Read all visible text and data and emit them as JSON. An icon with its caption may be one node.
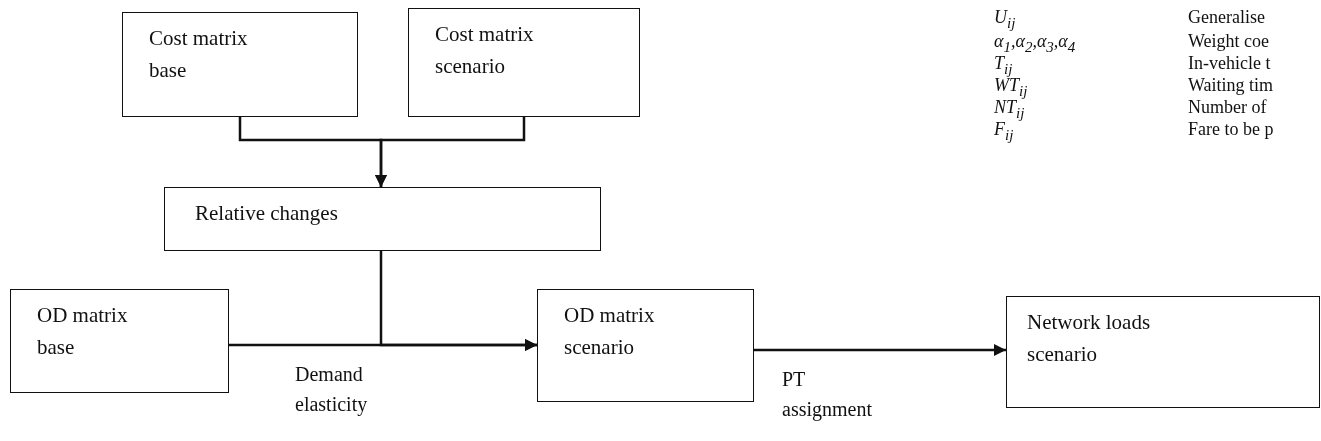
{
  "diagram": {
    "nodes": [
      {
        "text": [
          "Cost matrix base"
        ]
      },
      {
        "text": [
          "Cost matrix scenario"
        ]
      },
      {
        "text": [
          "Relative changes"
        ]
      },
      {
        "text": [
          "OD matrix base"
        ]
      },
      {
        "text": [
          "OD matrix scenario"
        ]
      },
      {
        "text": [
          "Network loads scenario"
        ]
      }
    ],
    "edges": [
      {
        "from": 0,
        "to": 2,
        "arrow": "to"
      },
      {
        "from": 1,
        "to": 2,
        "arrow": "to"
      },
      {
        "from": 2,
        "to": 4,
        "arrow": "to"
      },
      {
        "from": 3,
        "to": 4,
        "arrow": "to",
        "label": "Demand elasticity"
      },
      {
        "from": 4,
        "to": 5,
        "arrow": "to",
        "label": "PT assignment"
      }
    ],
    "labels": [
      "U$_{ij}$",
      "Generalise",
      "α$_{1}$,α$_{2}$,α$_{3}$,α$_{4}$",
      "Weight coe",
      "T$_{ij}$",
      "In-vehicle t",
      "WT$_{ij}$",
      "Waiting tim",
      "NT$_{ij}$",
      "Number of",
      "F$_{ij}$",
      "Fare to be p"
    ]
  }
}
